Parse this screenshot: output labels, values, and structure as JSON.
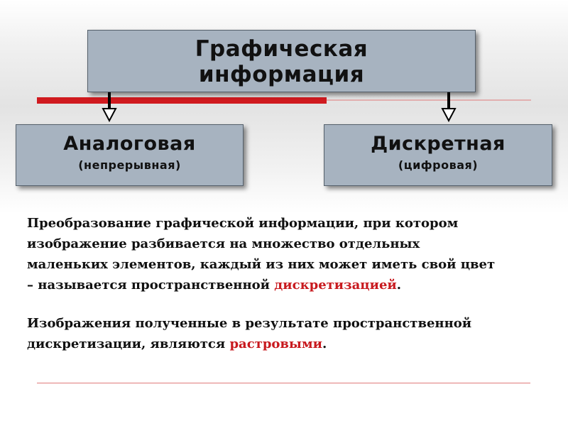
{
  "top_box": {
    "line1": "Графическая",
    "line2": "информация"
  },
  "left_box": {
    "title": "Аналоговая",
    "subtitle": "(непрерывная)"
  },
  "right_box": {
    "title": "Дискретная",
    "subtitle": "(цифровая)"
  },
  "paragraph1": {
    "line1": "Преобразование графической информации, при котором",
    "line2": "изображение разбивается на множество отдельных",
    "line3": "маленьких элементов, каждый из них может иметь свой цвет",
    "line4_before": "– называется пространственной ",
    "line4_highlight": "дискретизацией",
    "line4_after": "."
  },
  "paragraph2": {
    "line1": "Изображения полученные в результате пространственной",
    "line2_before": "дискретизации, являются ",
    "line2_highlight": "растровыми",
    "line2_after": "."
  },
  "colors": {
    "box_fill": "#a7b3c0",
    "accent_red": "#c8191e",
    "rule_red": "#e07a7a"
  }
}
